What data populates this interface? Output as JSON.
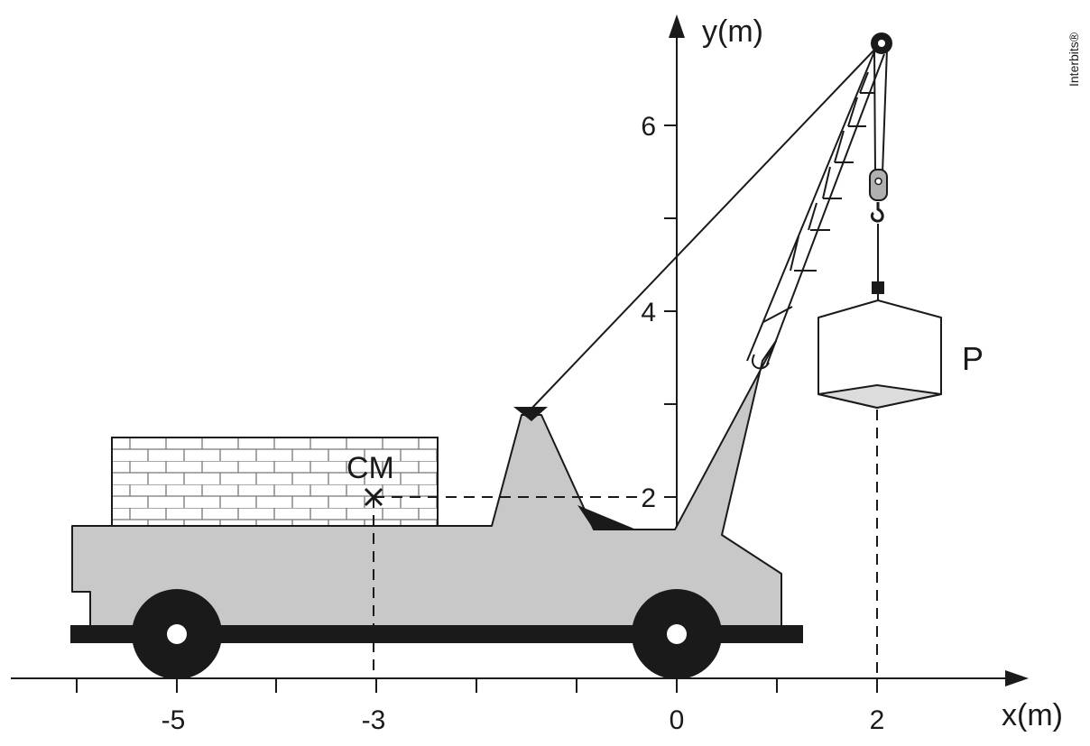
{
  "credit": "Interbits®",
  "axes": {
    "x_label": "x(m)",
    "y_label": "y(m)",
    "x_ticks": [
      "-5",
      "-3",
      "0",
      "2"
    ],
    "y_ticks": [
      "6",
      "4",
      "2"
    ]
  },
  "labels": {
    "center_of_mass": "CM",
    "load": "P"
  },
  "colors": {
    "truck_body": "#c8c8c8",
    "outline": "#1a1a1a",
    "wheel": "#1a1a1a"
  }
}
